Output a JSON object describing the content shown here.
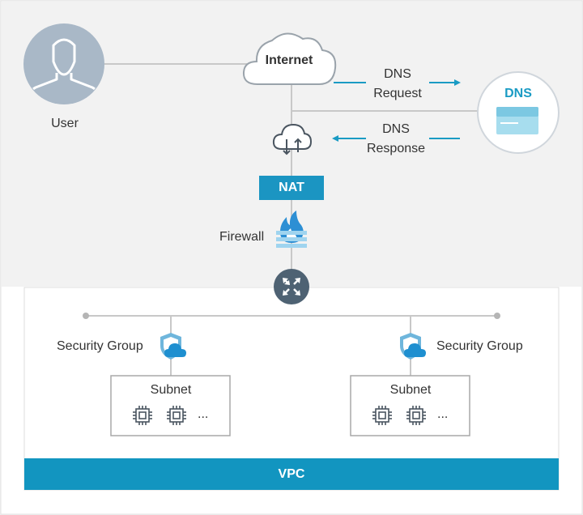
{
  "labels": {
    "user": "User",
    "internet": "Internet",
    "dns_server": "DNS",
    "dns_request_line1": "DNS",
    "dns_request_line2": "Request",
    "dns_response_line1": "DNS",
    "dns_response_line2": "Response",
    "nat": "NAT",
    "firewall": "Firewall",
    "security_group_left": "Security Group",
    "security_group_right": "Security Group",
    "subnet_left": "Subnet",
    "subnet_right": "Subnet",
    "subnet_left_more": "...",
    "subnet_right_more": "...",
    "vpc": "VPC"
  },
  "colors": {
    "background": "#f2f2f2",
    "canvas": "#ffffff",
    "line": "#c8c8c8",
    "accent_blue": "#1a9bc4",
    "vpc_bar": "#1295c0",
    "nat_box": "#1b95c2",
    "router": "#4e6273",
    "user_avatar": "#a9b8c7",
    "icon_dark": "#4a5560"
  },
  "icons": [
    "user-avatar-icon",
    "cloud-icon",
    "dns-server-icon",
    "cloud-exchange-icon",
    "firewall-icon",
    "router-icon",
    "shield-cloud-icon",
    "chip-icon"
  ]
}
